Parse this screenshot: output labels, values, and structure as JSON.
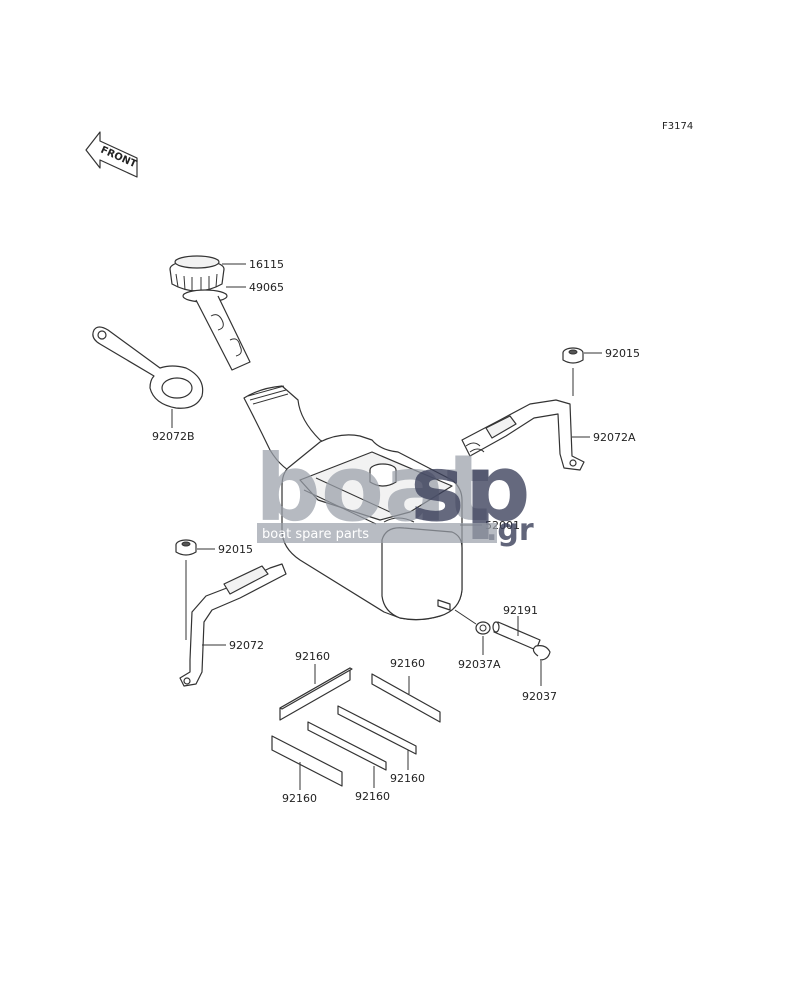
{
  "figure_code": "F3174",
  "front_label": "FRONT",
  "watermark": {
    "brand_left": "boat",
    "brand_right": "sp",
    "suffix": ".gr",
    "tagline": "boat spare parts"
  },
  "parts": {
    "cap": "16115",
    "gasket": "49065",
    "strap_ring": "92072B",
    "nut_right": "92015",
    "band_right": "92072A",
    "tank": "52001",
    "nut_left": "92015",
    "band_left": "92072",
    "hose": "92191",
    "clamp_a": "92037A",
    "clamp": "92037",
    "pad_1": "92160",
    "pad_2": "92160",
    "pad_3": "92160",
    "pad_4": "92160",
    "pad_5": "92160"
  }
}
